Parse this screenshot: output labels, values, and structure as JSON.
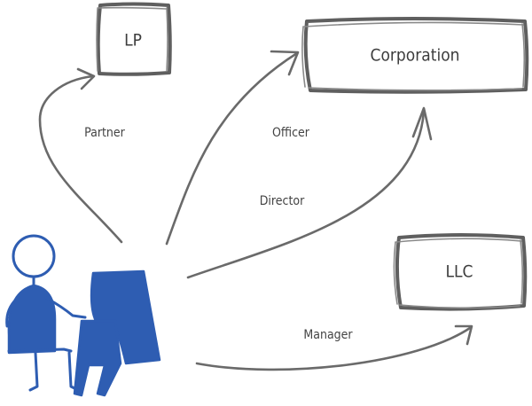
{
  "nodes": {
    "lp": {
      "label": "LP"
    },
    "corporation": {
      "label": "Corporation"
    },
    "llc": {
      "label": "LLC"
    }
  },
  "edges": {
    "partner": {
      "label": "Partner"
    },
    "officer": {
      "label": "Officer"
    },
    "director": {
      "label": "Director"
    },
    "manager": {
      "label": "Manager"
    }
  },
  "colors": {
    "person": "#2e5db2",
    "stroke": "#5f5f5f",
    "text": "#3c3c3c"
  },
  "icons": {
    "person": "person-in-chair-icon"
  }
}
